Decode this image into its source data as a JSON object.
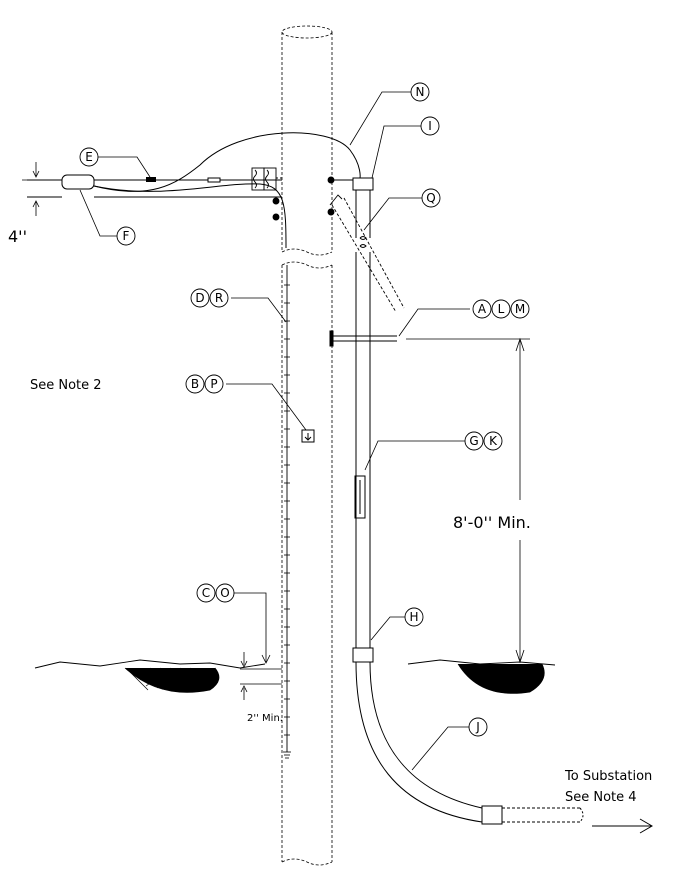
{
  "callouts": {
    "n": [
      "N"
    ],
    "i": [
      "I"
    ],
    "e": [
      "E"
    ],
    "q": [
      "Q"
    ],
    "f": [
      "F"
    ],
    "dr": [
      "D",
      "R"
    ],
    "alm": [
      "A",
      "L",
      "M"
    ],
    "bp": [
      "B",
      "P"
    ],
    "gk": [
      "G",
      "K"
    ],
    "co": [
      "C",
      "O"
    ],
    "h": [
      "H"
    ],
    "j": [
      "J"
    ]
  },
  "dimensions": {
    "conductor_spacing": "4''",
    "ground_depth": "2'' Min.",
    "riser_height": "8'-0'' Min."
  },
  "notes": {
    "see_note_2": "See Note 2",
    "to_substation": "To Substation",
    "see_note_4": "See Note 4"
  },
  "colors": {
    "line": "#000000",
    "background": "#ffffff"
  }
}
